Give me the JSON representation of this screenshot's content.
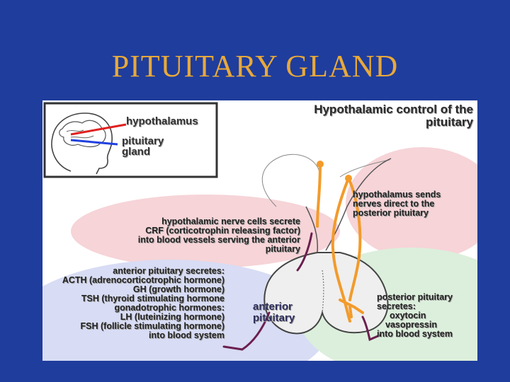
{
  "slide_title": "PITUITARY GLAND",
  "panel_title": [
    "Hypothalamic control of the",
    "pituitary"
  ],
  "inset": {
    "hypothalamus": "hypothalamus",
    "pituitary_gland": [
      "pituitary",
      "gland"
    ]
  },
  "labels": {
    "hypothalamus_sends": [
      "hypothalamus sends",
      "nerves direct to the",
      "posterior pituitary"
    ],
    "nerve_cells_secrete": [
      "hypothalamic nerve cells secrete",
      "CRF (corticotrophin releasing factor)",
      "into blood vessels serving the anterior",
      "pituitary"
    ],
    "anterior_secretes": [
      "anterior pituitary secretes:",
      "ACTH (adrenocorticotrophic hormone)",
      "GH (growth hormone)",
      "TSH (thyroid stimulating hormone",
      "gonadotrophic hormones:",
      "LH (luteinizing hormone)",
      "FSH (follicle stimulating hormone)",
      "into blood system"
    ],
    "anterior_pituitary": [
      "anterior",
      "pituitary"
    ],
    "posterior_secretes": [
      "posterior pituitary",
      "secretes:",
      "oxytocin",
      "vasopressin",
      "into blood system"
    ]
  },
  "colors": {
    "background": "#1f3d9c",
    "title": "#e8a93a",
    "pink_region": "#f6d4d8",
    "blue_region": "#d8dcf4",
    "green_region": "#dcefdc",
    "nerve_orange": "#f39b2b",
    "vessel_purple": "#6b1f4f",
    "inset_red": "#e02020",
    "inset_blue": "#2040e0"
  }
}
